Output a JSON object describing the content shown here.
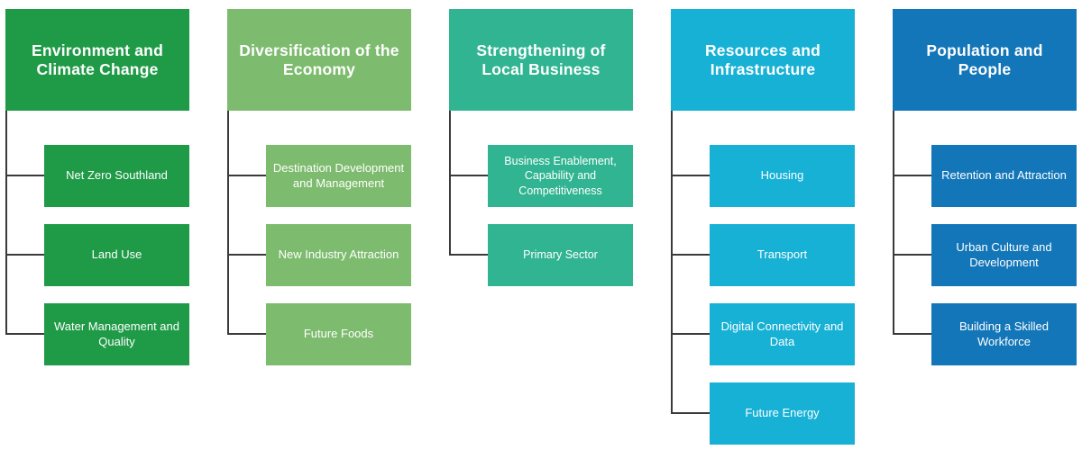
{
  "columns": [
    {
      "title": "Environment and Climate Change",
      "items": [
        "Net Zero Southland",
        "Land Use",
        "Water Management and Quality"
      ]
    },
    {
      "title": "Diversification of the Economy",
      "items": [
        "Destination Development and Management",
        "New Industry Attraction",
        "Future Foods"
      ]
    },
    {
      "title": "Strengthening of Local Business",
      "items": [
        "Business Enablement, Capability and Competitiveness",
        "Primary Sector"
      ]
    },
    {
      "title": "Resources and Infrastructure",
      "items": [
        "Housing",
        "Transport",
        "Digital Connectivity and Data",
        "Future Energy"
      ]
    },
    {
      "title": "Population and People",
      "items": [
        "Retention and Attraction",
        "Urban Culture and Development",
        "Building a Skilled Workforce"
      ]
    }
  ],
  "colors": {
    "environment": "#1f9a47",
    "diversification": "#7dbb6e",
    "business": "#31b492",
    "resources": "#17b1d5",
    "population": "#1376b8",
    "connector": "#3a3a3a"
  }
}
